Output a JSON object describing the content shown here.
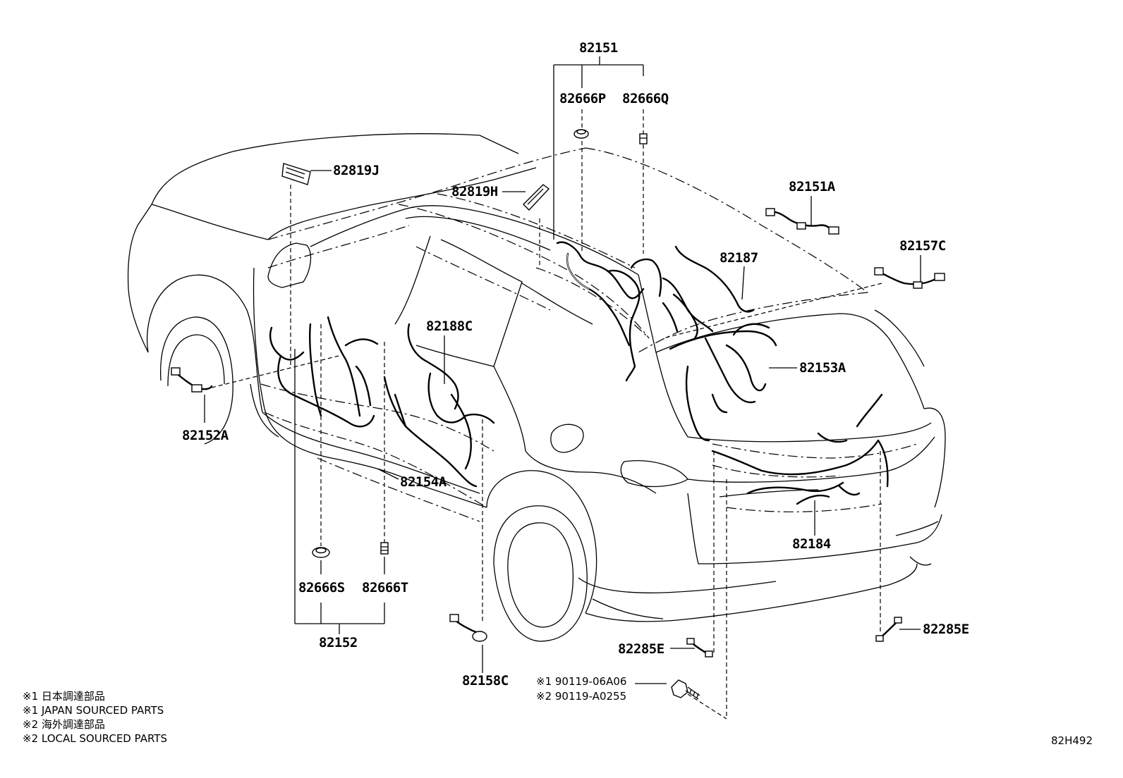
{
  "part_labels": {
    "p82151": "82151",
    "p82666P": "82666P",
    "p82666Q": "82666Q",
    "p82819J": "82819J",
    "p82819H": "82819H",
    "p82151A": "82151A",
    "p82157C": "82157C",
    "p82187": "82187",
    "p82188C": "82188C",
    "p82153A": "82153A",
    "p82152A": "82152A",
    "p82154A": "82154A",
    "p82184": "82184",
    "p82666S": "82666S",
    "p82666T": "82666T",
    "p82152": "82152",
    "p82158C": "82158C",
    "p82285E_left": "82285E",
    "p82285E_right": "82285E"
  },
  "bolt_callouts": [
    "※1 90119-06A06",
    "※2 90119-A0255"
  ],
  "legend": [
    "※1 日本調達部品",
    "※1 JAPAN SOURCED PARTS",
    "※2 海外調達部品",
    "※2 LOCAL SOURCED PARTS"
  ],
  "diagram_code": "82H492"
}
